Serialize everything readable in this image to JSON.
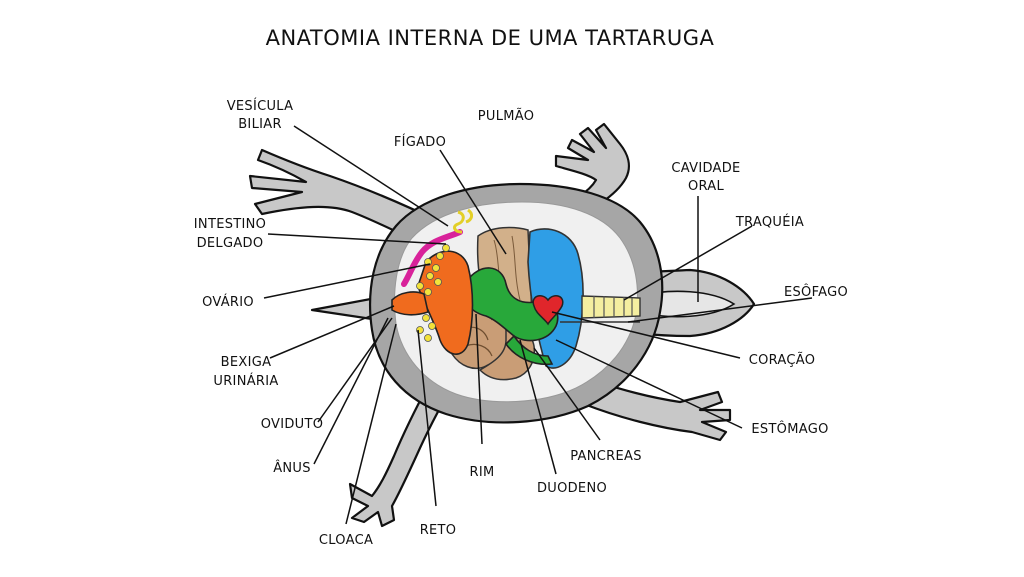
{
  "title": "ANATOMIA INTERNA DE UMA TARTARUGA",
  "labels": {
    "vesicula_1": "VESÍCULA",
    "vesicula_2": "BILIAR",
    "pulmao": "PULMÃO",
    "figado": "FÍGADO",
    "cavidade_1": "CAVIDADE",
    "cavidade_2": "ORAL",
    "traqueia": "TRAQUÉIA",
    "intestino_1": "INTESTINO",
    "intestino_2": "DELGADO",
    "esofago": "ESÔFAGO",
    "ovario": "OVÁRIO",
    "coracao": "CORAÇÃO",
    "bexiga_1": "BEXIGA",
    "bexiga_2": "URINÁRIA",
    "oviduto": "OVIDUTO",
    "estomago": "ESTÔMAGO",
    "pancreas": "PANCREAS",
    "anus": "ÂNUS",
    "rim": "RIM",
    "duodeno": "DUODENO",
    "cloaca": "CLOACA",
    "reto": "RETO"
  },
  "colors": {
    "body_skin": "#c8c8c8",
    "shell": "#a6a6a6",
    "cavity": "#efefef",
    "liver": "#d2b08a",
    "intestine": "#c99d76",
    "lung": "#2f9ee6",
    "stomach_duodenum": "#28a83a",
    "heart": "#e0262b",
    "ovary_bladder": "#f06b1e",
    "oviduct": "#d8229a",
    "eggs": "#f2e23a",
    "trachea": "#f4eea0"
  }
}
